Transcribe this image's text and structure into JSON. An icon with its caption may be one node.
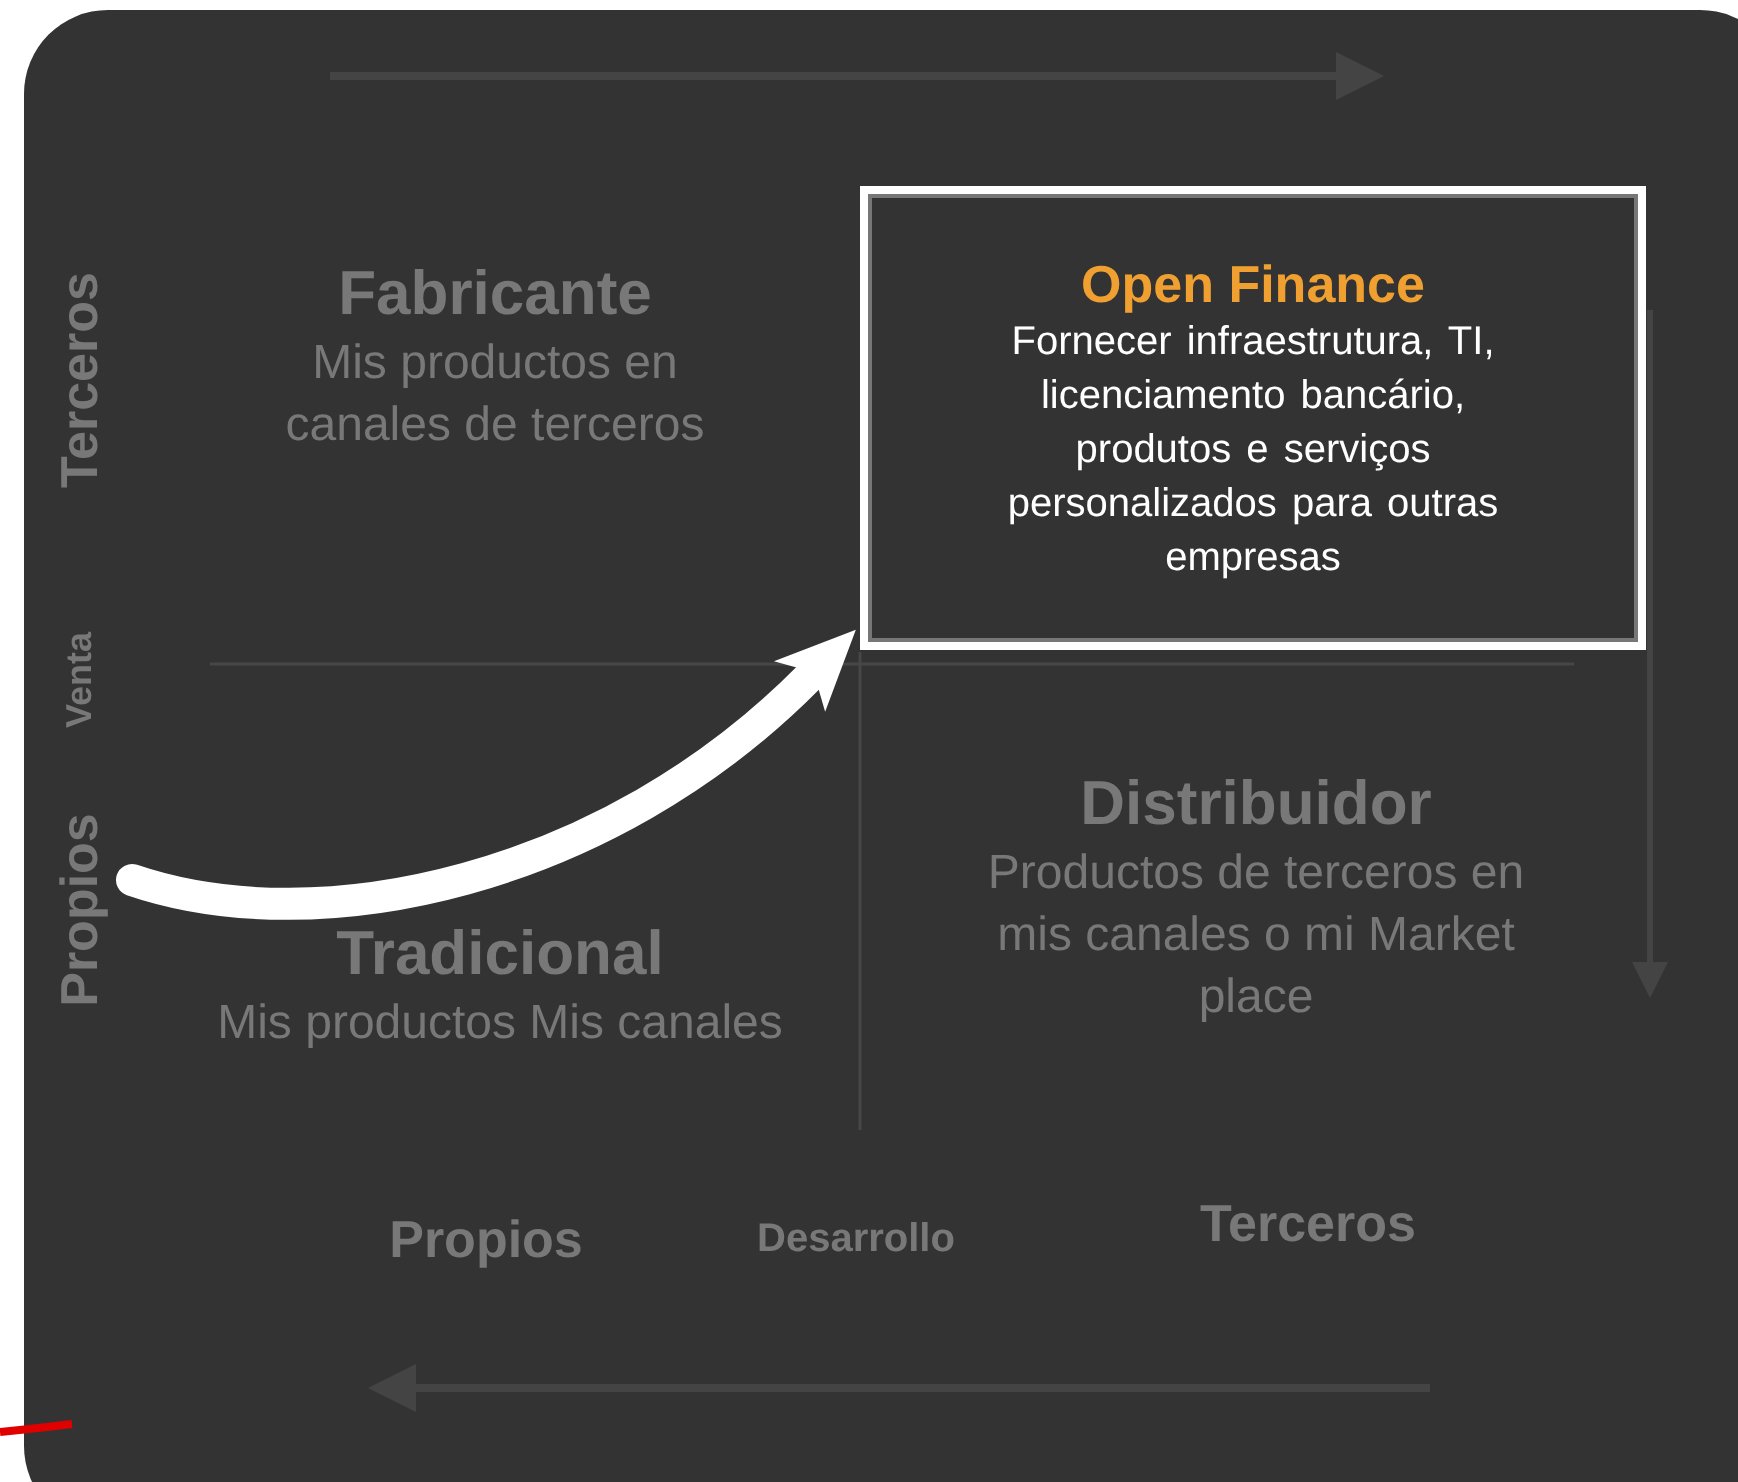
{
  "diagram": {
    "nodes": [
      {
        "text": [
          "Fabricante",
          "Mis productos en canales de terceros"
        ]
      },
      {
        "text": [
          "Open Finance",
          "Fornecer infraestrutura, TI, licenciamento bancário, produtos e serviços personalizados para outras empresas"
        ]
      },
      {
        "text": [
          "Tradicional",
          "Mis productos Mis canales"
        ]
      },
      {
        "text": [
          "Distribuidor",
          "Productos de terceros en mis canales o mi Market place"
        ]
      }
    ],
    "edges": [
      {
        "from": null,
        "to": 1,
        "arrow": "to"
      }
    ],
    "labels": [
      "Terceros",
      "Venta",
      "Propios",
      "Propios",
      "Desarrollo",
      "Terceros"
    ]
  }
}
